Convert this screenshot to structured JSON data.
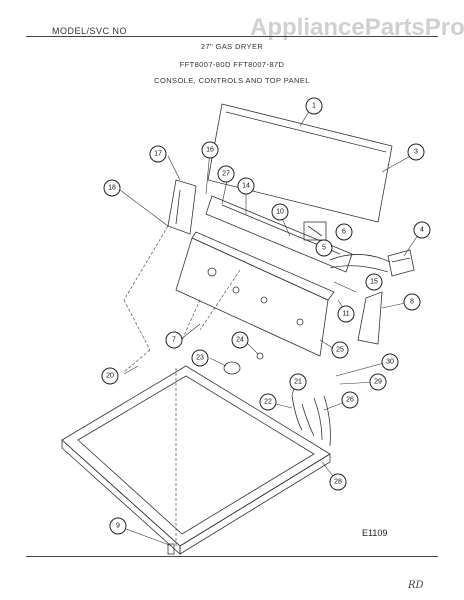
{
  "header": {
    "model_line": "MODEL/SVC NO",
    "watermark": "AppliancePartsPros.com",
    "title": "27\" GAS DRYER",
    "models": "FFT8007-80D  FFT8007-87D",
    "section": "CONSOLE, CONTROLS AND TOP PANEL"
  },
  "callouts": [
    {
      "id": "1",
      "label": "1"
    },
    {
      "id": "3",
      "label": "3"
    },
    {
      "id": "4",
      "label": "4"
    },
    {
      "id": "5",
      "label": "5"
    },
    {
      "id": "6",
      "label": "6"
    },
    {
      "id": "7",
      "label": "7"
    },
    {
      "id": "8",
      "label": "8"
    },
    {
      "id": "9",
      "label": "9"
    },
    {
      "id": "10",
      "label": "10"
    },
    {
      "id": "11",
      "label": "11"
    },
    {
      "id": "14",
      "label": "14"
    },
    {
      "id": "15",
      "label": "15"
    },
    {
      "id": "16",
      "label": "16"
    },
    {
      "id": "17",
      "label": "17"
    },
    {
      "id": "18",
      "label": "18"
    },
    {
      "id": "20",
      "label": "20"
    },
    {
      "id": "21",
      "label": "21"
    },
    {
      "id": "22",
      "label": "22"
    },
    {
      "id": "23",
      "label": "23"
    },
    {
      "id": "24",
      "label": "24"
    },
    {
      "id": "25",
      "label": "25"
    },
    {
      "id": "26",
      "label": "26"
    },
    {
      "id": "27",
      "label": "27"
    },
    {
      "id": "28",
      "label": "28"
    },
    {
      "id": "29",
      "label": "29"
    },
    {
      "id": "30",
      "label": "30"
    }
  ],
  "figure_code": "E1109",
  "initials": "RD"
}
